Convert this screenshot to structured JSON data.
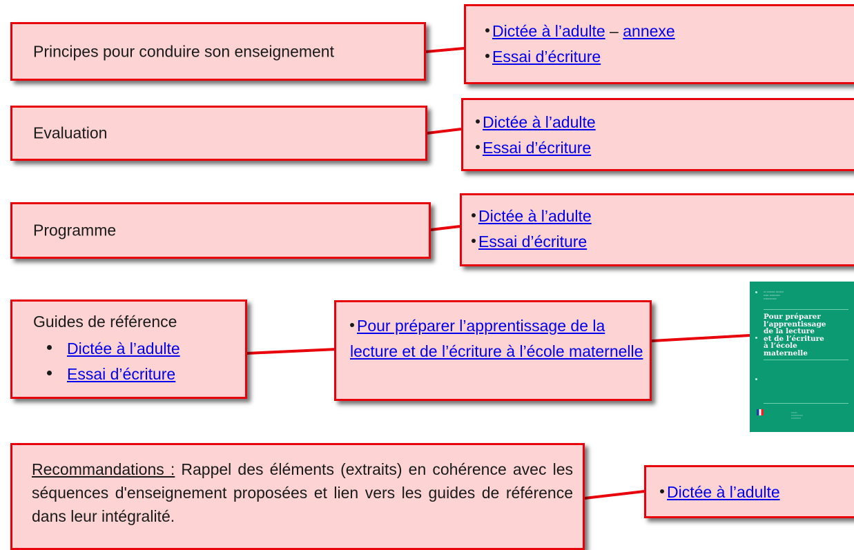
{
  "rows": [
    {
      "label": "Principes pour conduire son enseignement",
      "links": [
        {
          "text": "Dictée à l’adulte",
          "separator": "–",
          "extra": "annexe"
        },
        {
          "text": "Essai d’écriture"
        }
      ]
    },
    {
      "label": "Evaluation",
      "links": [
        {
          "text": "Dictée à l’adulte"
        },
        {
          "text": "Essai d’écriture"
        }
      ]
    },
    {
      "label": "Programme",
      "links": [
        {
          "text": "Dictée à l’adulte"
        },
        {
          "text": "Essai d’écriture"
        }
      ]
    }
  ],
  "guides": {
    "title": "Guides de référence",
    "items": [
      "Dictée à l’adulte",
      "Essai d’écriture"
    ],
    "reference_link": "Pour préparer l’apprentissage de la lecture et de l’écriture à l’école maternelle",
    "cover": {
      "title": "Pour préparer\nl’apprentissage\nde la lecture\net de l’écriture\nà l’école\nmaternelle",
      "background": "#0c9a72"
    }
  },
  "recommendations": {
    "label": "Recommandations :",
    "text": " Rappel des éléments (extraits) en cohérence avec les séquences d'enseignement proposées et lien vers les guides de référence dans leur intégralité.",
    "link": "Dictée à l’adulte"
  },
  "colors": {
    "box_fill": "#fdd3d3",
    "box_border": "#e8000b",
    "link": "#0000ee",
    "connector": "#e8000b"
  }
}
